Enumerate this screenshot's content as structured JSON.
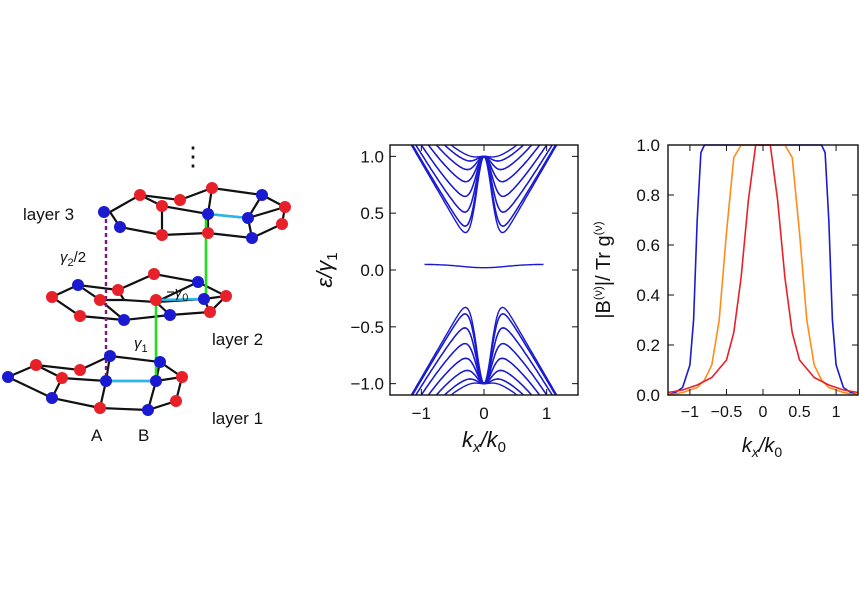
{
  "schematic": {
    "layer1_label": "layer 1",
    "layer2_label": "layer 2",
    "layer3_label": "layer 3",
    "site_a_label": "A",
    "site_b_label": "B",
    "gamma1": "γ",
    "gamma1_sub": "1",
    "gamma0_prefix": "−γ",
    "gamma0_sub": "0",
    "gamma2": "γ",
    "gamma2_sub": "2",
    "gamma2_suffix": "/2",
    "more_layers": "⋮",
    "colors": {
      "site_a": "#e8202a",
      "site_b": "#1a1ad0",
      "bond": "#111111",
      "gamma0_bond": "#29b6e8",
      "gamma1_bond": "#22dd22",
      "gamma2_bond": "#7a1a7a"
    }
  },
  "chart_data": [
    {
      "type": "line",
      "description_visible": "band structure",
      "xlabel_main": "k",
      "xlabel_sub": "x",
      "xlabel_den": "/k",
      "xlabel_den_sub": "0",
      "ylabel_main": "ε/γ",
      "ylabel_sub": "1",
      "xlim": [
        -1.5,
        1.5
      ],
      "ylim": [
        -1.1,
        1.1
      ],
      "xticks": [
        -1,
        0,
        1
      ],
      "xtick_labels": [
        "−1",
        "0",
        "1"
      ],
      "yticks": [
        -1.0,
        -0.5,
        0.0,
        0.5,
        1.0
      ],
      "ytick_labels": [
        "−1.0",
        "−0.5",
        "0.0",
        "0.5",
        "1.0"
      ],
      "color": "#1a1ad0",
      "n_bands_per_side": 14,
      "flat_band_energy": 0.05
    },
    {
      "type": "line",
      "xlabel_main": "k",
      "xlabel_sub": "x",
      "xlabel_den": "/k",
      "xlabel_den_sub": "0",
      "ylabel": "|B(ν)|/ Tr g(ν)",
      "ylabel_parts": [
        "|B",
        "(ν)",
        "|/ Tr g",
        "(ν)"
      ],
      "xlim": [
        -1.3,
        1.3
      ],
      "ylim": [
        0,
        1.0
      ],
      "xticks": [
        -1,
        -0.5,
        0,
        0.5,
        1
      ],
      "xtick_labels": [
        "−1",
        "−0.5",
        "0",
        "0.5",
        "1"
      ],
      "yticks": [
        0,
        0.2,
        0.4,
        0.6,
        0.8,
        1.0
      ],
      "ytick_labels": [
        "0.0",
        "0.2",
        "0.4",
        "0.6",
        "0.8",
        "1.0"
      ],
      "series": [
        {
          "color": "#1a1ad0",
          "x": [
            -1.3,
            -1.2,
            -1.1,
            -1.0,
            -0.95,
            -0.9,
            -0.85,
            -0.8,
            0.8,
            0.85,
            0.9,
            0.95,
            1.0,
            1.1,
            1.2,
            1.3
          ],
          "y": [
            0.0,
            0.01,
            0.03,
            0.12,
            0.3,
            0.7,
            0.97,
            1.0,
            1.0,
            0.97,
            0.7,
            0.3,
            0.12,
            0.03,
            0.01,
            0.0
          ]
        },
        {
          "color": "#ff8c1a",
          "x": [
            -1.3,
            -1.1,
            -0.9,
            -0.8,
            -0.7,
            -0.6,
            -0.5,
            -0.4,
            -0.3,
            0.3,
            0.4,
            0.5,
            0.6,
            0.7,
            0.8,
            0.9,
            1.1,
            1.3
          ],
          "y": [
            0.0,
            0.01,
            0.03,
            0.06,
            0.12,
            0.3,
            0.65,
            0.95,
            1.0,
            1.0,
            0.95,
            0.65,
            0.3,
            0.12,
            0.06,
            0.03,
            0.01,
            0.0
          ]
        },
        {
          "color": "#e8202a",
          "x": [
            -1.3,
            -1.1,
            -0.9,
            -0.7,
            -0.5,
            -0.4,
            -0.3,
            -0.2,
            -0.1,
            0.1,
            0.2,
            0.3,
            0.4,
            0.5,
            0.7,
            0.9,
            1.1,
            1.3
          ],
          "y": [
            0.01,
            0.02,
            0.04,
            0.07,
            0.14,
            0.25,
            0.47,
            0.78,
            1.0,
            1.0,
            0.78,
            0.47,
            0.25,
            0.14,
            0.07,
            0.04,
            0.02,
            0.01
          ]
        }
      ]
    }
  ]
}
